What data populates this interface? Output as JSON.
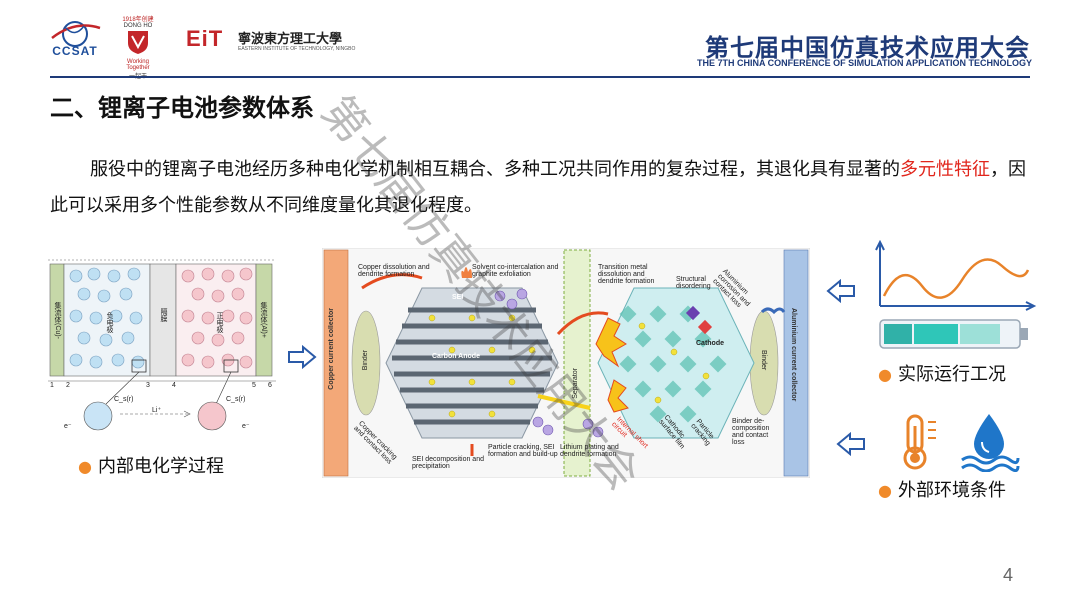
{
  "header": {
    "logo_ccsat": "CCSAT",
    "logo_dongho_top": "1918年创建",
    "logo_dongho_name": "DONG HO",
    "logo_dongho_motto": "Working Together",
    "logo_dongho_cn": "一起干",
    "logo_eit_mark": "EiT",
    "logo_eit_cn": "寧波東方理工大學",
    "logo_eit_en": "EASTERN INSTITUTE OF TECHNOLOGY, NINGBO",
    "conference_title": "第七届中国仿真技术应用大会",
    "conference_subtitle": "THE 7TH CHINA CONFERENCE OF SIMULATION APPLICATION TECHNOLOGY"
  },
  "section_title": "二、锂离子电池参数体系",
  "paragraph": {
    "before": "服役中的锂离子电池经历多种电化学机制相互耦合、多种工况共同作用的复杂过程，其退化具有显著的",
    "highlight": "多元性特征",
    "after": "，因此可以采用多个性能参数从不同维度量化其退化程度。"
  },
  "watermark": "第七届仿真技术应用大会",
  "left_figure": {
    "caption": "内部电化学过程",
    "labels": {
      "collector_left": "集流体(Cu)-",
      "collector_right": "集流体(Al)+",
      "neg_electrode": "负电极",
      "separator": "隔膜",
      "pos_electrode": "正电极",
      "nums": [
        "1",
        "2",
        "3",
        "4",
        "5",
        "6"
      ],
      "cs_label": "C_s(r)",
      "li_label": "Li⁺",
      "e_label": "e⁻"
    }
  },
  "center_figure": {
    "copper_collector": "Copper current collector",
    "aluminium_collector": "Aluminium current collector",
    "binder": "Binder",
    "sei": "SEI",
    "carbon_anode": "Carbon Anode",
    "separator": "Separator",
    "cathode": "Cathode",
    "annotations": [
      "Copper dissolution and dendrite formation",
      "Solvent co-intercalation and graphite exfoliation",
      "Transition metal dissolution and dendrite formation",
      "Structural disordering",
      "Aluminium corrosion and contact loss",
      "Copper cracking and contact loss",
      "SEI decomposition and precipitation",
      "Particle cracking, SEI formation and build-up",
      "Lithium plating and dendrite formation",
      "Internal short circuit",
      "Cathodic surface film",
      "Particle cracking",
      "Binder de-composition and contact loss"
    ]
  },
  "right_top": {
    "caption": "实际运行工况"
  },
  "right_bottom": {
    "caption": "外部环境条件"
  },
  "page_number": "4",
  "colors": {
    "brand_blue": "#1e3a78",
    "highlight_red": "#e1251b",
    "bullet_orange": "#f08a2a",
    "collector_copper": "#f3a878",
    "collector_aluminium": "#a9c4e6",
    "arrow_blue": "#2a5aa8"
  }
}
